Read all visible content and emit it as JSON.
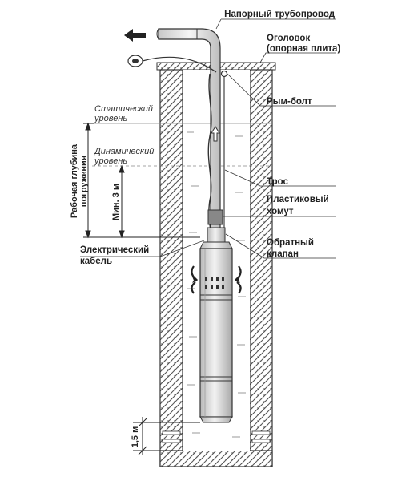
{
  "labels": {
    "pressure_pipe": "Напорный трубопровод",
    "well_head_1": "Оголовок",
    "well_head_2": "(опорная плита)",
    "eye_bolt": "Рым-болт",
    "static_level_1": "Статический",
    "static_level_2": "уровень",
    "dynamic_level_1": "Динамический",
    "dynamic_level_2": "уровень",
    "rope": "Трос",
    "plastic_clamp_1": "Пластиковый",
    "plastic_clamp_2": "хомут",
    "cable_1": "Электрический",
    "cable_2": "кабель",
    "check_valve_1": "Обратный",
    "check_valve_2": "клапан",
    "depth_1": "Рабочая глубина",
    "depth_2": "погружения",
    "min_depth": "Мин. 3 м",
    "bottom_gap": "1,5 м"
  },
  "colors": {
    "ink": "#222222",
    "brick": "#3a3a3a",
    "pipe_fill": "#e6e6e6",
    "pump_fill": "#d6d6d6",
    "water_line": "#9a9a9a"
  }
}
